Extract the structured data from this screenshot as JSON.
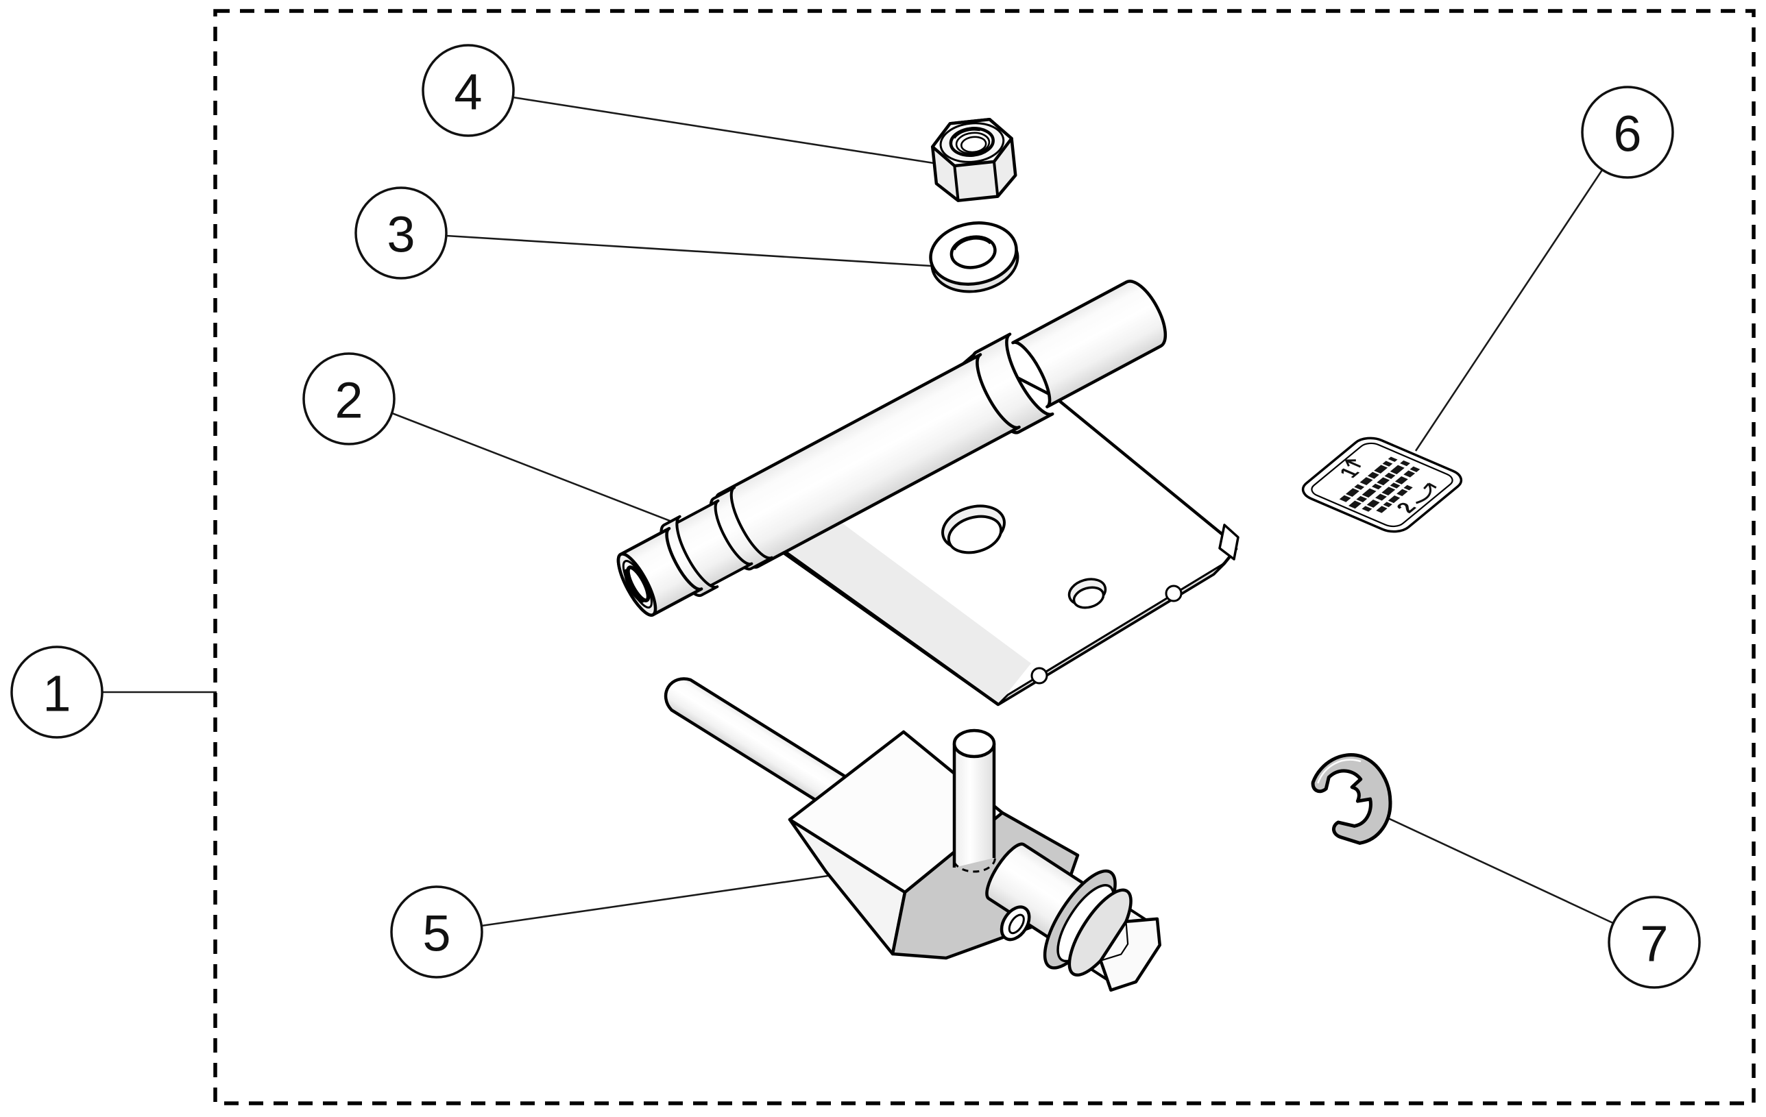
{
  "diagram": {
    "type": "exploded-parts-diagram",
    "background_color": "#ffffff",
    "outline_color": "#000000",
    "boundary_style": "dashed-rectangle",
    "callouts": [
      {
        "number": "1",
        "target": "kit-boundary"
      },
      {
        "number": "2",
        "target": "spindle-shaft-plate-assembly"
      },
      {
        "number": "3",
        "target": "flat-washer"
      },
      {
        "number": "4",
        "target": "hex-lock-nut"
      },
      {
        "number": "5",
        "target": "pivot-bracket-bolt-assembly"
      },
      {
        "number": "6",
        "target": "instruction-decal"
      },
      {
        "number": "7",
        "target": "e-clip-retainer"
      }
    ],
    "decal": {
      "step_1": "1",
      "step_2": "2"
    },
    "colors": {
      "part_fill": "#ffffff",
      "shade_light": "#ececec",
      "shade_mid": "#c9c9c9",
      "leader_line": "#1a1a1a"
    }
  }
}
